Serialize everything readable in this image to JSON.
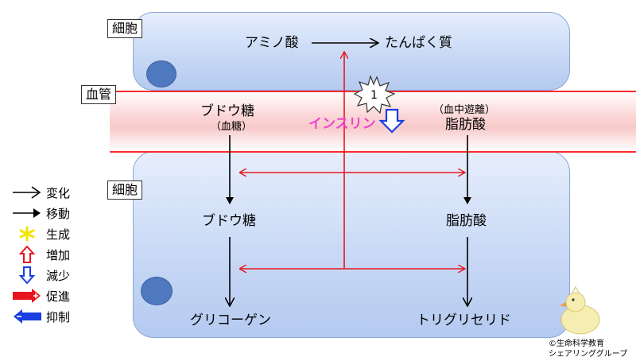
{
  "tags": {
    "top_cell": "細胞",
    "vessel": "血管",
    "bottom_cell": "細胞"
  },
  "top": {
    "amino": "アミノ酸",
    "protein": "たんぱく質"
  },
  "vessel": {
    "glucose": "ブドウ糖",
    "glucose_sub": "（血糖）",
    "fatty_sub": "（血中遊離）",
    "fatty": "脂肪酸",
    "insulin": "インスリン",
    "burst_number": "1"
  },
  "bottom": {
    "glucose": "ブドウ糖",
    "fatty": "脂肪酸",
    "glycogen": "グリコーゲン",
    "triglyceride": "トリグリセリド"
  },
  "legend": [
    {
      "icon": "arrow-outline-icon",
      "label": "変化"
    },
    {
      "icon": "arrow-solid-icon",
      "label": "移動"
    },
    {
      "icon": "star-yellow-icon",
      "label": "生成"
    },
    {
      "icon": "up-arrow-red-icon",
      "label": "増加"
    },
    {
      "icon": "down-arrow-blue-icon",
      "label": "減少"
    },
    {
      "icon": "promote-red-icon",
      "label": "促進"
    },
    {
      "icon": "inhibit-blue-icon",
      "label": "抑制"
    }
  ],
  "credit": {
    "line1": "©生命科学教育",
    "line2": "シェアリンググループ"
  },
  "colors": {
    "red": "#e8141e",
    "blue": "#1a3fe0",
    "pink": "#ee44cc",
    "yellow": "#f2e600"
  }
}
